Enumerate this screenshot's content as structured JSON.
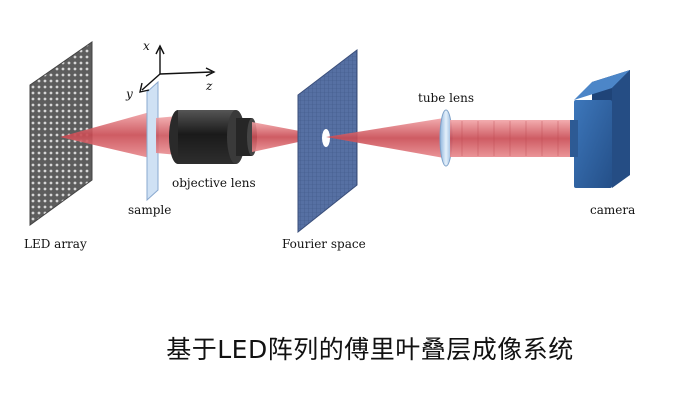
{
  "labels": {
    "led_array": "LED array",
    "sample": "sample",
    "objective_lens": "objective lens",
    "fourier_space": "Fourier space",
    "tube_lens": "tube lens",
    "camera": "camera"
  },
  "axes": {
    "x": "x",
    "y": "y",
    "z": "z"
  },
  "caption": "基于LED阵列的傅里叶叠层成像系统",
  "colors": {
    "beam": "#d9646a",
    "led_panel": "#6b6b6b",
    "fourier_plane": "#4f6797",
    "camera": "#2f64a6",
    "lens_glass": "#b8d3ee",
    "objective": "#1f1f1f"
  }
}
